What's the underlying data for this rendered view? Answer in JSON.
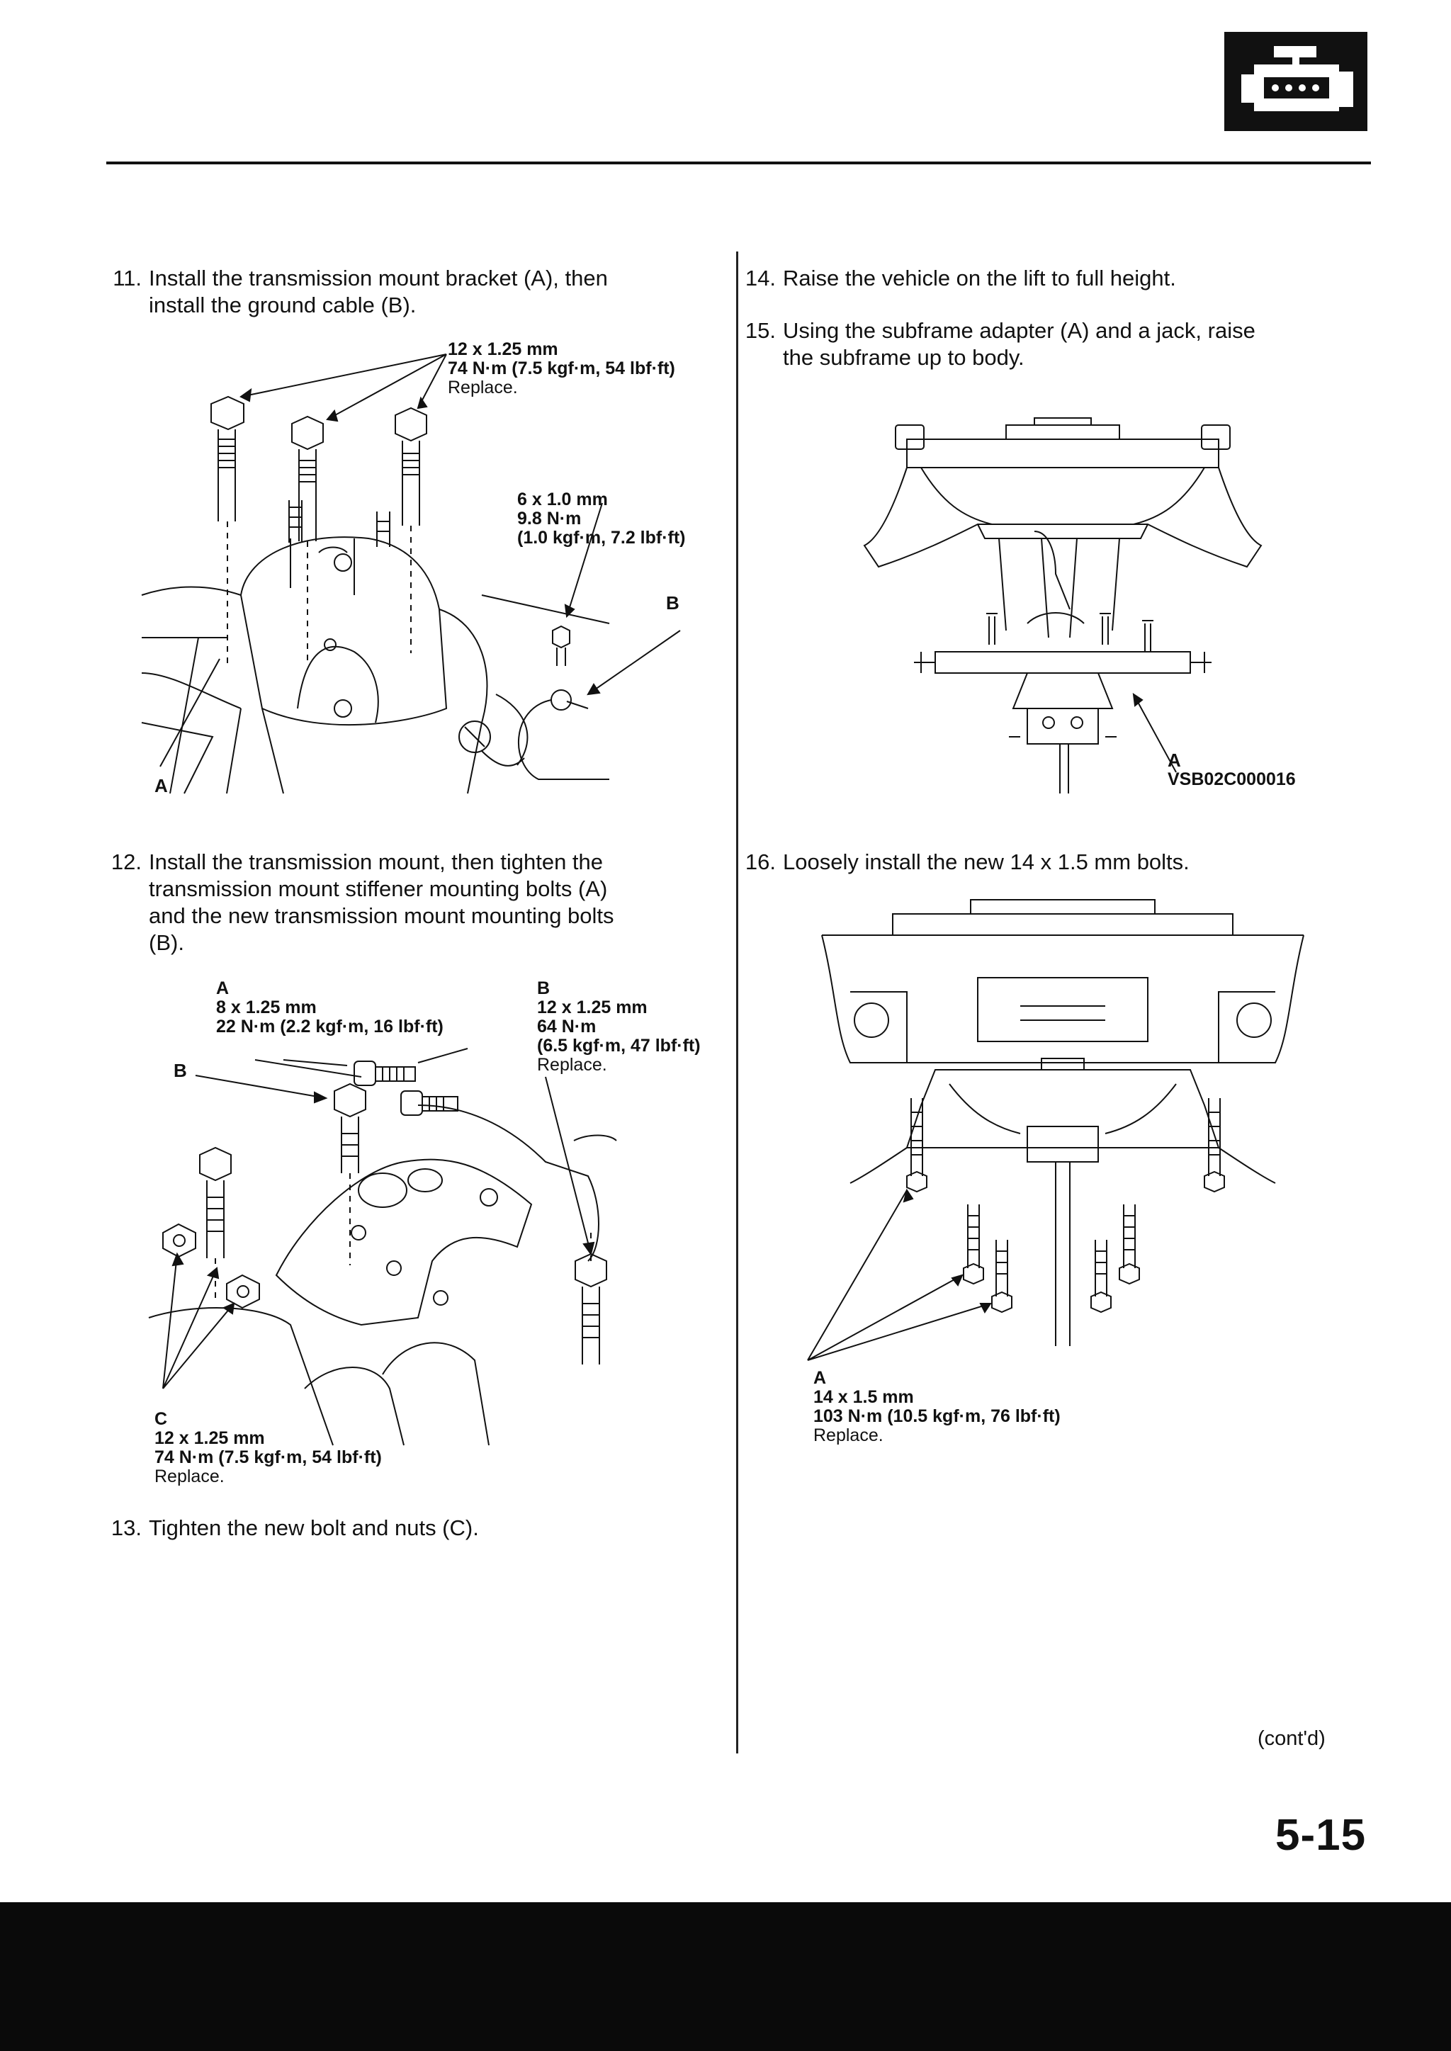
{
  "steps": [
    {
      "num": "11.",
      "lines": [
        "Install the transmission mount bracket (A), then",
        "install the ground cable (B)."
      ]
    },
    {
      "num": "12.",
      "lines": [
        "Install the transmission mount, then tighten the",
        "transmission mount stiffener mounting bolts (A)",
        "and the new transmission mount mounting bolts",
        "(B)."
      ]
    },
    {
      "num": "13.",
      "lines": [
        "Tighten the new bolt and nuts (C)."
      ]
    },
    {
      "num": "14.",
      "lines": [
        "Raise the vehicle on the lift to full height."
      ]
    },
    {
      "num": "15.",
      "lines": [
        "Using the subframe adapter (A) and a jack, raise",
        "the subframe up to body."
      ]
    },
    {
      "num": "16.",
      "lines": [
        "Loosely install the new 14 x 1.5 mm bolts."
      ]
    }
  ],
  "fig1": {
    "spec_top": {
      "size": "12 x 1.25 mm",
      "torque": "74 N·m (7.5 kgf·m, 54 lbf·ft)",
      "note": "Replace."
    },
    "spec_cable": {
      "size": "6 x 1.0 mm",
      "torque1": "9.8 N·m",
      "torque2": "(1.0 kgf·m, 7.2 lbf·ft)"
    },
    "callout_a": "A",
    "callout_b": "B"
  },
  "fig2": {
    "spec_a": {
      "letter": "A",
      "size": "8 x 1.25 mm",
      "torque": "22 N·m (2.2 kgf·m, 16 lbf·ft)"
    },
    "spec_b": {
      "letter": "B",
      "size": "12 x 1.25 mm",
      "torque1": "64 N·m",
      "torque2": "(6.5 kgf·m, 47 lbf·ft)",
      "note": "Replace."
    },
    "spec_c": {
      "letter": "C",
      "size": "12 x 1.25 mm",
      "torque": "74 N·m (7.5 kgf·m, 54 lbf·ft)",
      "note": "Replace."
    },
    "callout_b": "B"
  },
  "fig3": {
    "callout_a": "A",
    "code": "VSB02C000016"
  },
  "fig4": {
    "spec_a": {
      "letter": "A",
      "size": "14 x 1.5 mm",
      "torque": "103 N·m (10.5 kgf·m, 76 lbf·ft)",
      "note": "Replace."
    }
  },
  "footer": {
    "cont": "(cont'd)",
    "page_number": "5-15"
  }
}
